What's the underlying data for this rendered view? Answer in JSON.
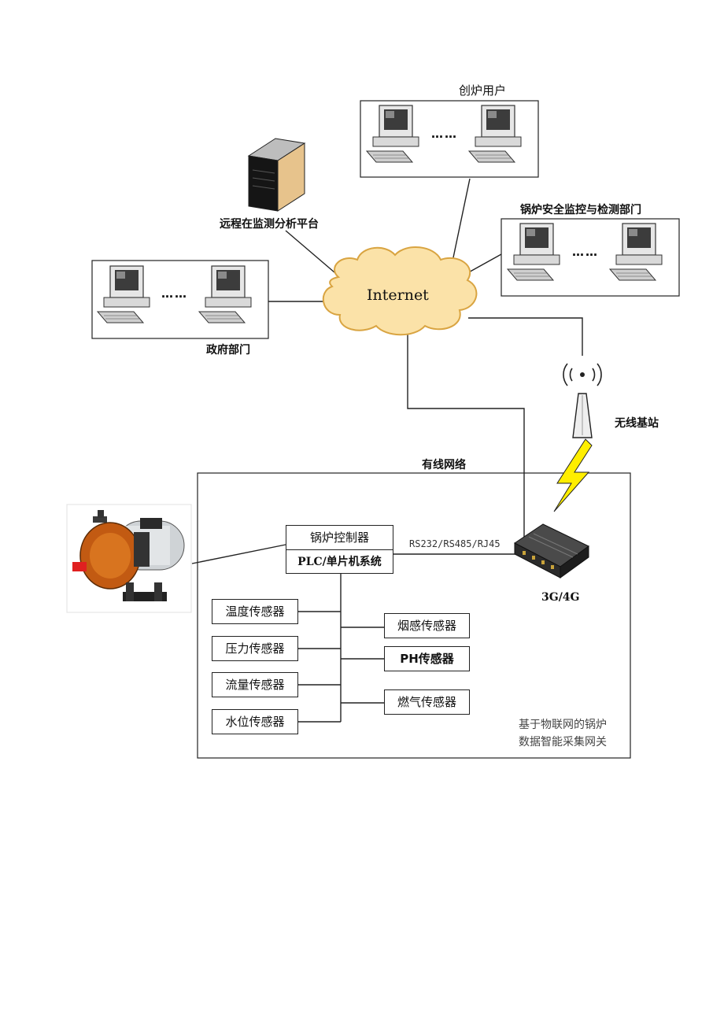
{
  "labels": {
    "users_group": "创炉用户",
    "remote_platform": "远程在监测分析平台",
    "safety_dept": "锅炉安全监控与检测部门",
    "gov_dept": "政府部门",
    "internet": "Internet",
    "base_station": "无线基站",
    "wired_network": "有线网络",
    "boiler_controller": "锅炉控制器",
    "plc_system": "PLC/单片机系统",
    "interface": "RS232/RS485/RJ45",
    "gateway_device": "3G/4G",
    "gateway_desc_line1": "基于物联网的锅炉",
    "gateway_desc_line2": "数据智能采集网关",
    "dots": "……"
  },
  "sensors_left": [
    "温度传感器",
    "压力传感器",
    "流量传感器",
    "水位传感器"
  ],
  "sensors_right": [
    "烟感传感器",
    "PH传感器",
    "燃气传感器"
  ],
  "colors": {
    "cloud_fill": "#fbe2a8",
    "cloud_stroke": "#d9a441",
    "lightning": "#ffee00",
    "line": "#222222"
  },
  "icons": [
    "desktop-computer-icon",
    "server-tower-icon",
    "cloud-icon",
    "antenna-tower-icon",
    "lightning-icon",
    "router-device-icon",
    "boiler-icon"
  ]
}
